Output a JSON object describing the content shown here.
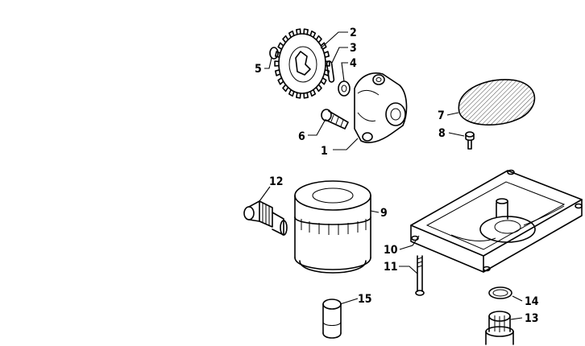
{
  "diagram": {
    "callouts": [
      "1",
      "2",
      "3",
      "4",
      "5",
      "6",
      "7",
      "8",
      "9",
      "10",
      "11",
      "12",
      "13",
      "14",
      "15"
    ],
    "colors": {
      "line": "#000000",
      "background": "#ffffff"
    }
  }
}
